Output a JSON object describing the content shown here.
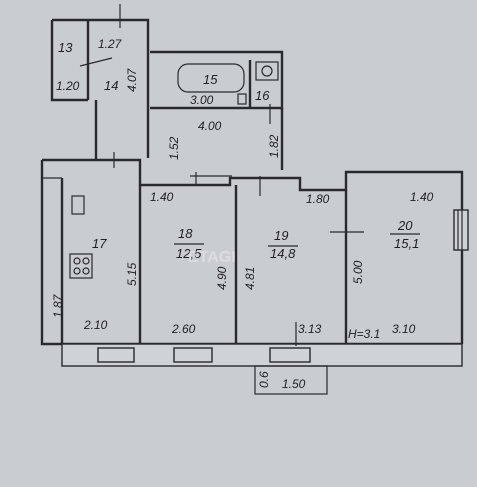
{
  "rooms": [
    {
      "id": "r13",
      "number": "13"
    },
    {
      "id": "r14",
      "number": "14"
    },
    {
      "id": "r15",
      "number": "15"
    },
    {
      "id": "r16",
      "number": "16"
    },
    {
      "id": "r17",
      "number": "17"
    },
    {
      "id": "r18",
      "number": "18",
      "area": "12,5"
    },
    {
      "id": "r19",
      "number": "19",
      "area": "14,8"
    },
    {
      "id": "r20",
      "number": "20",
      "area": "15,1"
    }
  ],
  "dimensions": {
    "d_1_27": "1.27",
    "d_4_07": "4.07",
    "d_1_20": "1.20",
    "d_3_00": "3.00",
    "d_4_00": "4.00",
    "d_1_52": "1.52",
    "d_1_82": "1.82",
    "d_1_40_left": "1.40",
    "d_1_80": "1.80",
    "d_1_40_right": "1.40",
    "d_5_15": "5.15",
    "d_4_90": "4.90",
    "d_4_81": "4.81",
    "d_5_00": "5.00",
    "d_1_87": "1.87",
    "d_2_10": "2.10",
    "d_2_60": "2.60",
    "d_3_13": "3.13",
    "d_3_10": "3.10",
    "d_0_6": "0.6",
    "d_1_50": "1.50"
  },
  "ceiling_height": "H=3.1",
  "watermark": "ETAGI"
}
